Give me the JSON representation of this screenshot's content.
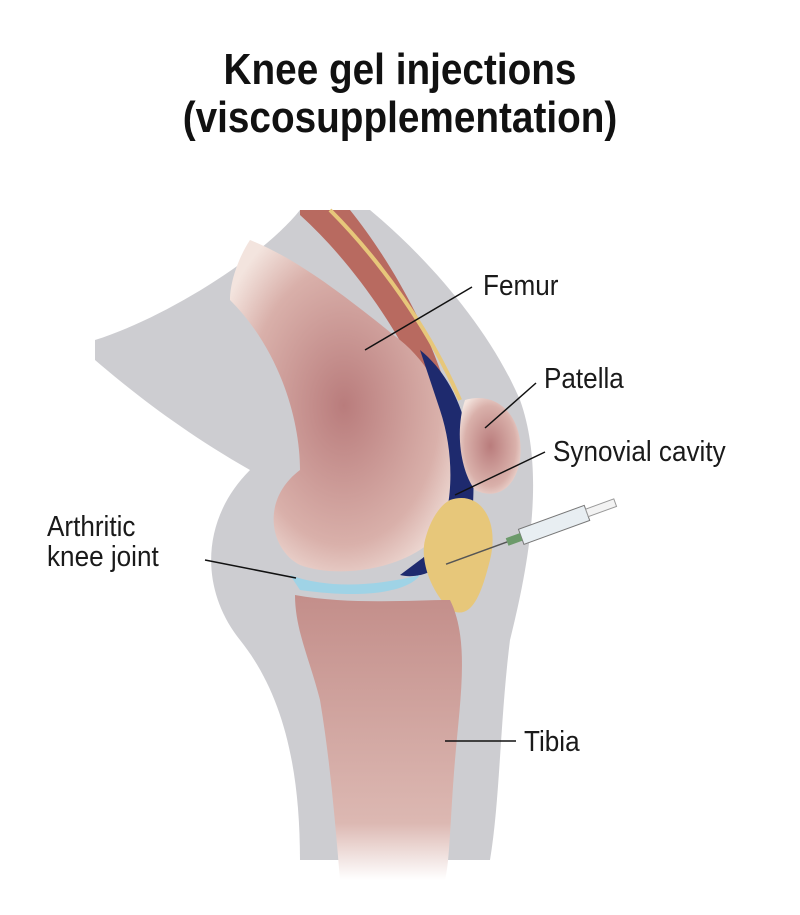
{
  "title": {
    "line1": "Knee gel injections",
    "line2": "(viscosupplementation)"
  },
  "labels": {
    "femur": "Femur",
    "patella": "Patella",
    "synovial_cavity": "Synovial cavity",
    "arthritic_line1": "Arthritic",
    "arthritic_line2": "knee joint",
    "tibia": "Tibia"
  },
  "colors": {
    "bone": "#c99a96",
    "marrow": "#a86a6a",
    "skin": "#c9c9cd",
    "cavity": "#1e2a6e",
    "fluid": "#9fd3e6",
    "fat": "#e7c77a",
    "muscle": "#b86a60"
  }
}
